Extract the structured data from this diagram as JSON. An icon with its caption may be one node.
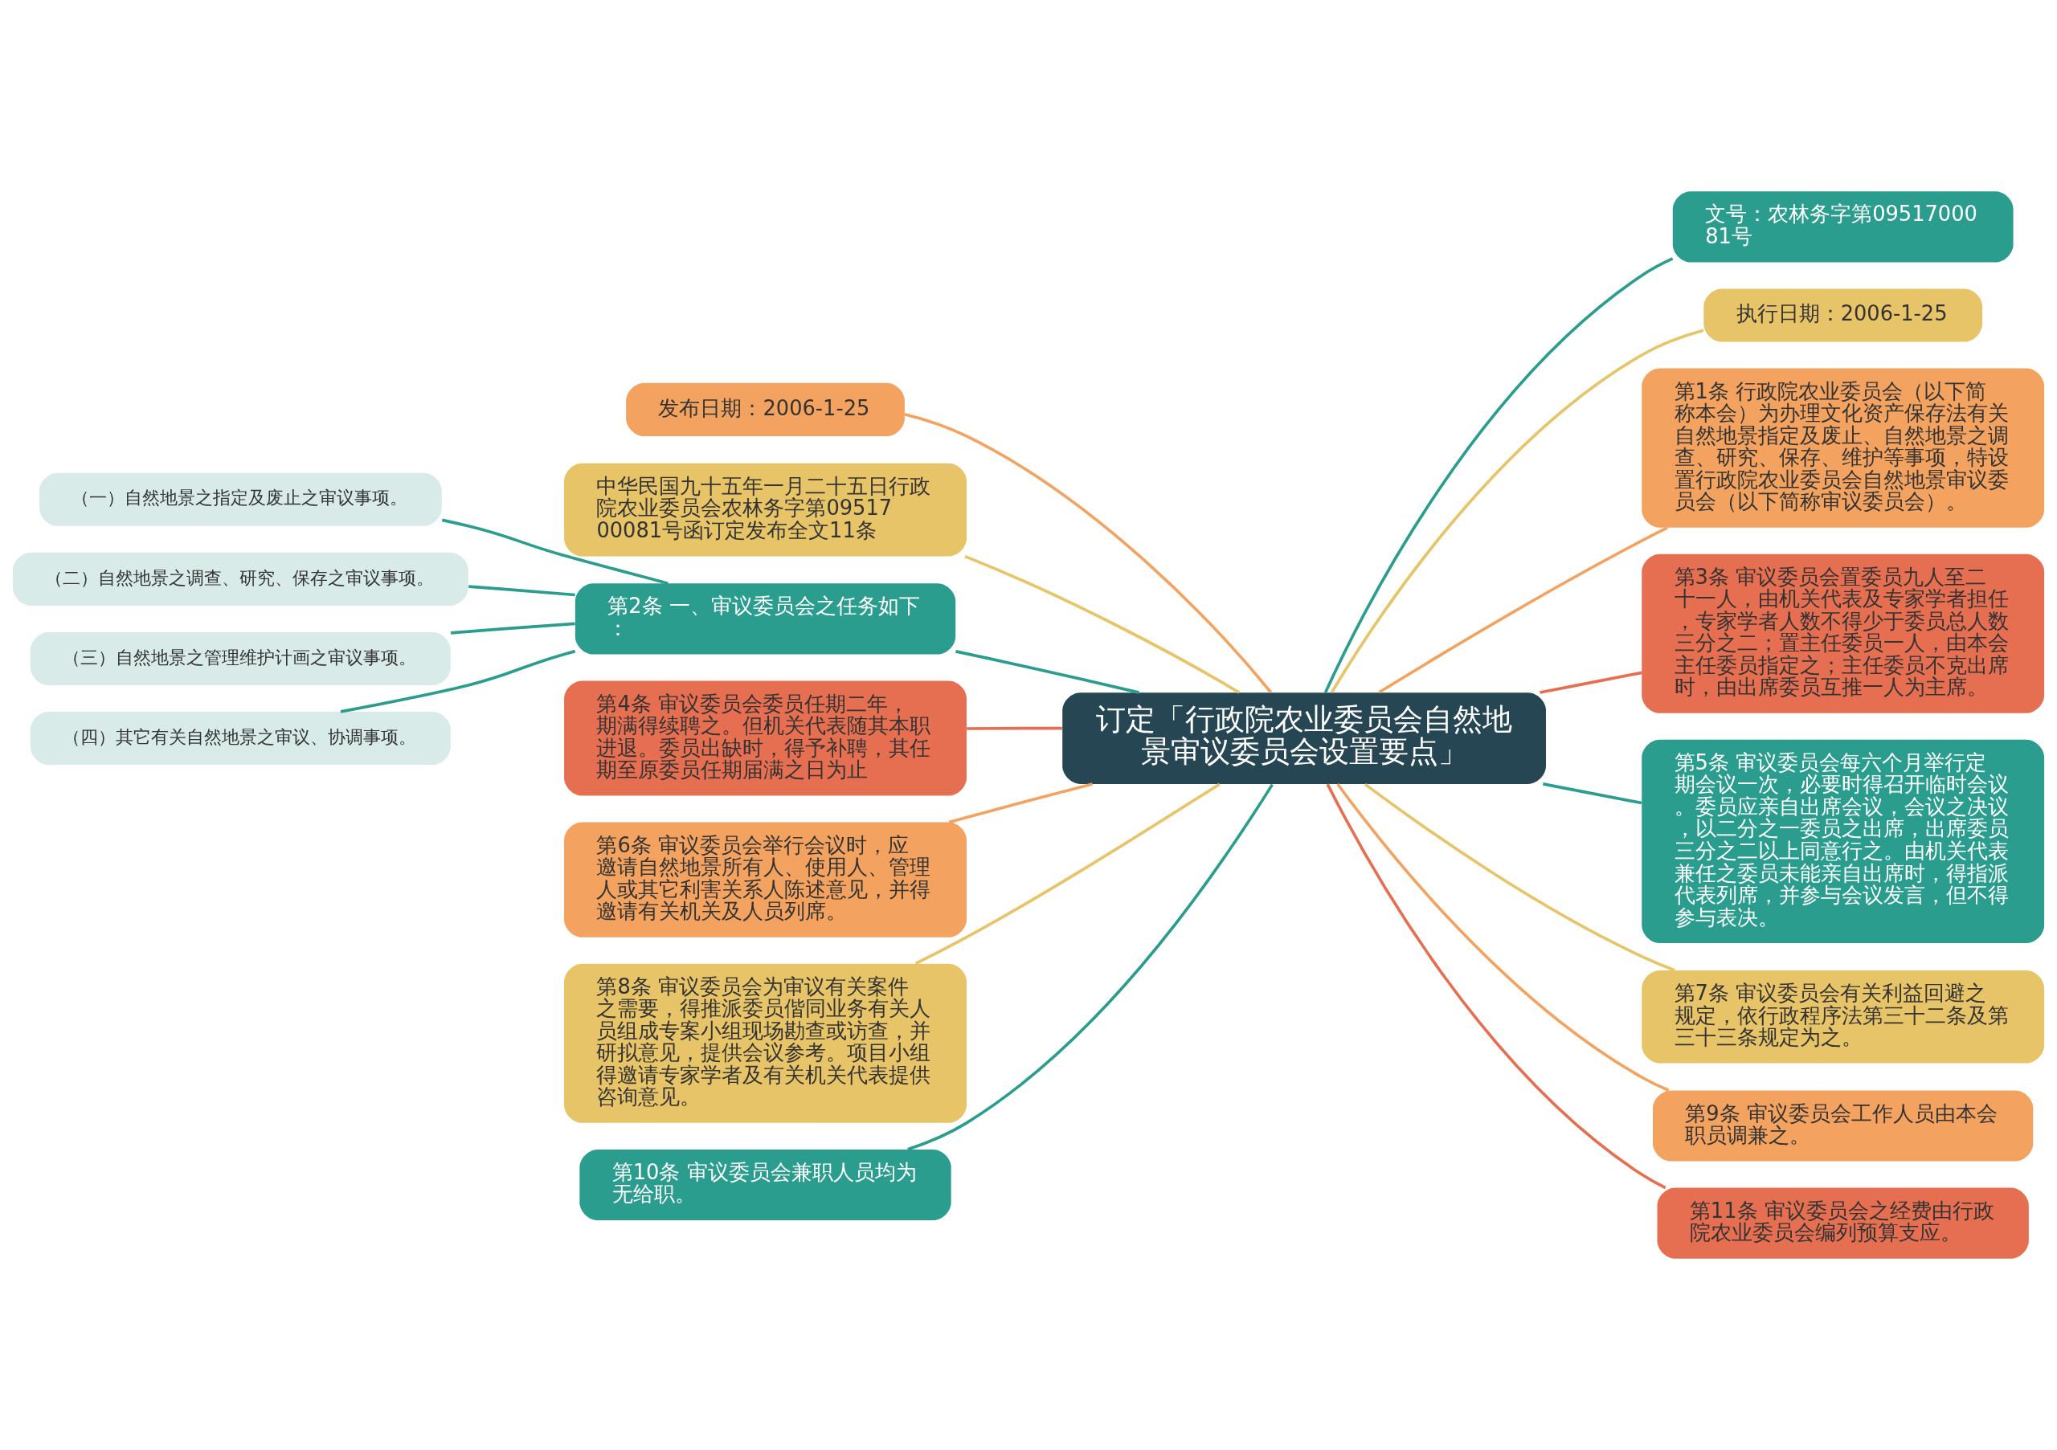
{
  "diagram": {
    "nodes": [
      {
        "text": [
          "订定「行政院农业委员会自然地景审议委员会设置要点」"
        ]
      },
      {
        "text": [
          "发布日期：2006-1-25"
        ]
      },
      {
        "text": [
          "中华民国九十五年一月二十五日行政院农业委员会农林务字第0951700081号函订定发布全文11条"
        ]
      },
      {
        "text": [
          "第2条 一、审议委员会之任务如下："
        ]
      },
      {
        "text": [
          "（一）自然地景之指定及废止之审议事项。"
        ]
      },
      {
        "text": [
          "（二）自然地景之调查、研究、保存之审议事项。"
        ]
      },
      {
        "text": [
          "（三）自然地景之管理维护计画之审议事项。"
        ]
      },
      {
        "text": [
          "（四）其它有关自然地景之审议、协调事项。"
        ]
      },
      {
        "text": [
          "第4条 审议委员会委员任期二年，期满得续聘之。但机关代表随其本职进退。委员出缺时，得予补聘，其任期至原委员任期届满之日为止"
        ]
      },
      {
        "text": [
          "第6条 审议委员会举行会议时，应邀请自然地景所有人、使用人、管理人或其它利害关系人陈述意见，并得邀请有关机关及人员列席。"
        ]
      },
      {
        "text": [
          "第8条 审议委员会为审议有关案件之需要，得推派委员偕同业务有关人员组成专案小组现场勘查或访查，并研拟意见，提供会议参考。项目小组得邀请专家学者及有关机关代表提供咨询意见。"
        ]
      },
      {
        "text": [
          "第10条 审议委员会兼职人员均为无给职。"
        ]
      },
      {
        "text": [
          "文号：农林务字第0951700081号"
        ]
      },
      {
        "text": [
          "执行日期：2006-1-25"
        ]
      },
      {
        "text": [
          "第1条 行政院农业委员会（以下简称本会）为办理文化资产保存法有关自然地景指定及废止、自然地景之调查、研究、保存、维护等事项，特设置行政院农业委员会自然地景审议委员会（以下简称审议委员会）。"
        ]
      },
      {
        "text": [
          "第3条 审议委员会置委员九人至二十一人，由机关代表及专家学者担任，专家学者人数不得少于委员总人数三分之二；置主任委员一人，由本会主任委员指定之；主任委员不克出席时，由出席委员互推一人为主席。"
        ]
      },
      {
        "text": [
          "第5条 审议委员会每六个月举行定期会议一次，必要时得召开临时会议。委员应亲自出席会议，会议之决议，以二分之一委员之出席，出席委员三分之二以上同意行之。由机关代表兼任之委员未能亲自出席时，得指派代表列席，并参与会议发言，但不得参与表决。"
        ]
      },
      {
        "text": [
          "第7条 审议委员会有关利益回避之规定，依行政程序法第三十二条及第三十三条规定为之。"
        ]
      },
      {
        "text": [
          "第9条 审议委员会工作人员由本会职员调兼之。"
        ]
      },
      {
        "text": [
          "第11条 审议委员会之经费由行政院农业委员会编列预算支应。"
        ]
      }
    ],
    "edges": [
      {
        "from": 0,
        "to": 1,
        "arrow": "none",
        "color": "#f3a35f"
      },
      {
        "from": 0,
        "to": 2,
        "arrow": "none",
        "color": "#e8c468"
      },
      {
        "from": 0,
        "to": 3,
        "arrow": "none",
        "color": "#2a9d8f"
      },
      {
        "from": 3,
        "to": 4,
        "arrow": "none",
        "color": "#2a9d8f"
      },
      {
        "from": 3,
        "to": 5,
        "arrow": "none",
        "color": "#2a9d8f"
      },
      {
        "from": 3,
        "to": 6,
        "arrow": "none",
        "color": "#2a9d8f"
      },
      {
        "from": 3,
        "to": 7,
        "arrow": "none",
        "color": "#2a9d8f"
      },
      {
        "from": 0,
        "to": 8,
        "arrow": "none",
        "color": "#e76f51"
      },
      {
        "from": 0,
        "to": 9,
        "arrow": "none",
        "color": "#f3a35f"
      },
      {
        "from": 0,
        "to": 10,
        "arrow": "none",
        "color": "#e8c468"
      },
      {
        "from": 0,
        "to": 11,
        "arrow": "none",
        "color": "#2a9d8f"
      },
      {
        "from": 0,
        "to": 12,
        "arrow": "none",
        "color": "#2a9d8f"
      },
      {
        "from": 0,
        "to": 13,
        "arrow": "none",
        "color": "#e8c468"
      },
      {
        "from": 0,
        "to": 14,
        "arrow": "none",
        "color": "#f3a35f"
      },
      {
        "from": 0,
        "to": 15,
        "arrow": "none",
        "color": "#e76f51"
      },
      {
        "from": 0,
        "to": 16,
        "arrow": "none",
        "color": "#2a9d8f"
      },
      {
        "from": 0,
        "to": 17,
        "arrow": "none",
        "color": "#e8c468"
      },
      {
        "from": 0,
        "to": 18,
        "arrow": "none",
        "color": "#f3a35f"
      },
      {
        "from": 0,
        "to": 19,
        "arrow": "none",
        "color": "#e76f51"
      }
    ]
  }
}
